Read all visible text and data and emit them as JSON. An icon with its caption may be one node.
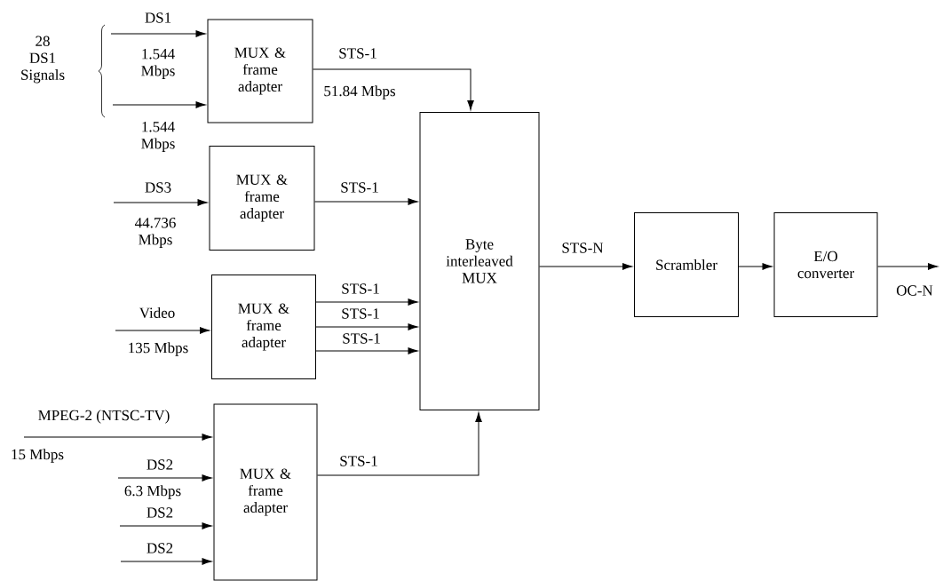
{
  "diagram": {
    "nodes": [
      {
        "text": [
          "MUX & frame adapter"
        ]
      },
      {
        "text": [
          "MUX & frame adapter"
        ]
      },
      {
        "text": [
          "MUX & frame adapter"
        ]
      },
      {
        "text": [
          "MUX & frame adapter"
        ]
      },
      {
        "text": [
          "Byte interleaved MUX"
        ]
      },
      {
        "text": [
          "Scrambler"
        ]
      },
      {
        "text": [
          "E/O converter"
        ]
      }
    ],
    "edges": [
      {
        "from": null,
        "to": 0,
        "arrow": "to",
        "label": "DS1"
      },
      {
        "from": null,
        "to": 0,
        "arrow": "to"
      },
      {
        "from": 0,
        "to": 4,
        "arrow": "to",
        "label": "STS-1"
      },
      {
        "from": null,
        "to": 1,
        "arrow": "to",
        "label": "DS3"
      },
      {
        "from": 1,
        "to": 4,
        "arrow": "to",
        "label": "STS-1"
      },
      {
        "from": null,
        "to": 2,
        "arrow": "to",
        "label": "Video"
      },
      {
        "from": 2,
        "to": 4,
        "arrow": "to",
        "label": "STS-1"
      },
      {
        "from": 2,
        "to": 4,
        "arrow": "to",
        "label": "STS-1"
      },
      {
        "from": 2,
        "to": 4,
        "arrow": "to",
        "label": "STS-1"
      },
      {
        "from": null,
        "to": 3,
        "arrow": "to",
        "label": "MPEG-2 (NTSC-TV)"
      },
      {
        "from": null,
        "to": 3,
        "arrow": "to",
        "label": "DS2"
      },
      {
        "from": null,
        "to": 3,
        "arrow": "to",
        "label": "DS2"
      },
      {
        "from": null,
        "to": 3,
        "arrow": "to",
        "label": "DS2"
      },
      {
        "from": 3,
        "to": 4,
        "arrow": "to",
        "label": "STS-1"
      },
      {
        "from": 4,
        "to": 5,
        "arrow": "to",
        "label": "STS-N"
      },
      {
        "from": 5,
        "to": 6,
        "arrow": "to"
      },
      {
        "from": 6,
        "to": null,
        "arrow": "to",
        "label": "OC-N"
      }
    ],
    "labels": [
      "28 DS1 Signals",
      "1.544 Mbps",
      "1.544 Mbps",
      "51.84 Mbps",
      "44.736 Mbps",
      "135 Mbps",
      "15 Mbps",
      "6.3 Mbps"
    ]
  }
}
